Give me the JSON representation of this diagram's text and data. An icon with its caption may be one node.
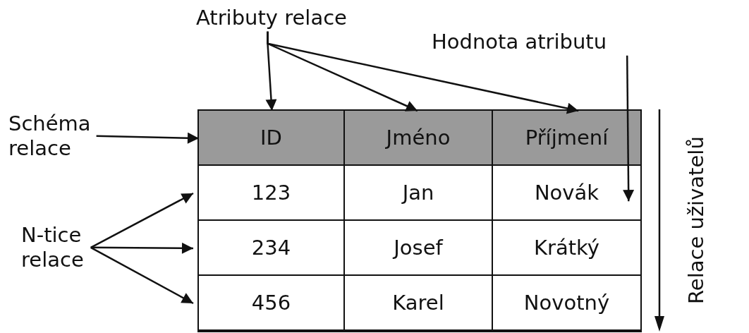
{
  "diagram": {
    "nodes": [
      {
        "text": [
          "Atributy relace"
        ]
      },
      {
        "text": [
          "Hodnota atributu"
        ]
      },
      {
        "text": [
          "Schéma relace"
        ]
      },
      {
        "text": [
          "N-tice relace"
        ]
      },
      {
        "text": [],
        "shape": "box",
        "beside": [
          "Relace uživatelů"
        ]
      },
      {
        "text": [],
        "shape": "bar",
        "in": 4
      },
      {
        "text": [
          "ID"
        ],
        "in": 5
      },
      {
        "text": [
          "Jméno"
        ],
        "in": 5
      },
      {
        "text": [
          "Příjmení"
        ],
        "in": 5
      },
      {
        "text": [],
        "shape": "bar",
        "in": 4
      },
      {
        "text": [
          "123"
        ],
        "in": 9
      },
      {
        "text": [
          "Jan"
        ],
        "in": 9
      },
      {
        "text": [
          "Novák"
        ],
        "in": 9
      },
      {
        "text": [],
        "shape": "bar",
        "in": 4
      },
      {
        "text": [
          "234"
        ],
        "in": 13
      },
      {
        "text": [
          "Josef"
        ],
        "in": 13
      },
      {
        "text": [
          "Krátký"
        ],
        "in": 13
      },
      {
        "text": [],
        "shape": "bar",
        "in": 4
      },
      {
        "text": [
          "456"
        ],
        "in": 17
      },
      {
        "text": [
          "Karel"
        ],
        "in": 17
      },
      {
        "text": [
          "Novotný"
        ],
        "in": 17
      }
    ],
    "edges": [
      {
        "from": 0,
        "to": 6,
        "arrow": "to"
      },
      {
        "from": 0,
        "to": 7,
        "arrow": "to"
      },
      {
        "from": 0,
        "to": 8,
        "arrow": "to"
      },
      {
        "from": 1,
        "to": 12,
        "arrow": "to"
      },
      {
        "from": 2,
        "to": 5,
        "arrow": "to"
      },
      {
        "from": 3,
        "to": 9,
        "arrow": "to"
      },
      {
        "from": 3,
        "to": 13,
        "arrow": "to"
      },
      {
        "from": 3,
        "to": 17,
        "arrow": "to"
      }
    ]
  }
}
